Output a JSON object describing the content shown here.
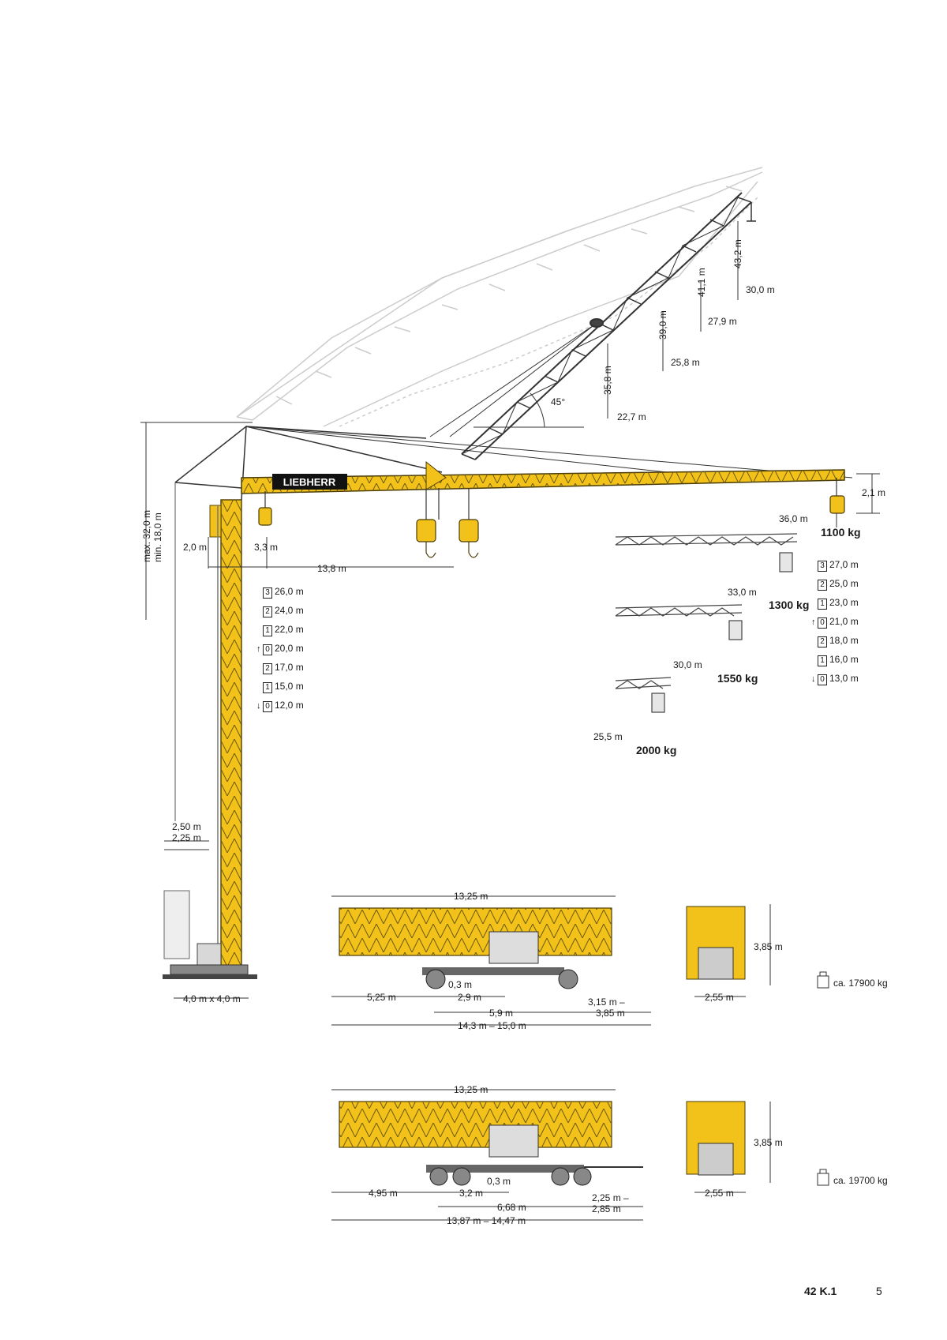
{
  "colors": {
    "crane": "#f2c21b",
    "lattice": "#3a3a3a",
    "ghost": "#c9c9c9",
    "dim": "#333333"
  },
  "brand": "LIEBHERR",
  "dimensions": {
    "height": "max. 32,0 m\nmin. 18,0 m",
    "height_max": "max. 32,0 m",
    "height_min": "min. 18,0 m",
    "counter_jib": "2,0 m",
    "near_hook": "3,3 m",
    "mid_hook": "13,8 m",
    "tip_offset": "2,1 m",
    "base_250": "2,50 m",
    "base_225": "2,25 m",
    "base_size": "4,0 m x 4,0 m",
    "angle": "45°"
  },
  "luffing": {
    "heights": [
      "35,8 m",
      "39,0 m",
      "41,1 m",
      "43,2 m"
    ],
    "radii": [
      "22,7 m",
      "25,8 m",
      "27,9 m",
      "30,0 m"
    ]
  },
  "jib_configs": [
    {
      "radius": "36,0 m",
      "load": "1100 kg"
    },
    {
      "radius": "33,0 m",
      "load": "1300 kg"
    },
    {
      "radius": "30,0 m",
      "load": "1550 kg"
    },
    {
      "radius": "25,5 m",
      "load": "2000 kg"
    }
  ],
  "tower_heights": [
    {
      "section": "3",
      "height": "26,0 m",
      "arrow": ""
    },
    {
      "section": "2",
      "height": "24,0 m",
      "arrow": ""
    },
    {
      "section": "1",
      "height": "22,0 m",
      "arrow": ""
    },
    {
      "section": "0",
      "height": "20,0 m",
      "arrow": "↑"
    },
    {
      "section": "2",
      "height": "17,0 m",
      "arrow": ""
    },
    {
      "section": "1",
      "height": "15,0 m",
      "arrow": ""
    },
    {
      "section": "0",
      "height": "12,0 m",
      "arrow": "↓"
    }
  ],
  "hook_heights": [
    {
      "section": "3",
      "height": "27,0 m",
      "arrow": ""
    },
    {
      "section": "2",
      "height": "25,0 m",
      "arrow": ""
    },
    {
      "section": "1",
      "height": "23,0 m",
      "arrow": ""
    },
    {
      "section": "0",
      "height": "21,0 m",
      "arrow": "↑"
    },
    {
      "section": "2",
      "height": "18,0 m",
      "arrow": ""
    },
    {
      "section": "1",
      "height": "16,0 m",
      "arrow": ""
    },
    {
      "section": "0",
      "height": "13,0 m",
      "arrow": "↓"
    }
  ],
  "transport_1": {
    "length": "13,25 m",
    "rear": "5,25 m",
    "offset": "0,3 m",
    "axle": "2,9 m",
    "wheelbase": "5,9 m",
    "drawbar": "3,15 m –\n3,85 m",
    "total": "14,3 m – 15,0 m",
    "height": "3,85 m",
    "width": "2,55 m",
    "weight": "ca. 17900 kg"
  },
  "transport_2": {
    "length": "13,25 m",
    "rear": "4,95 m",
    "offset": "0,3 m",
    "axle": "3,2 m",
    "wheelbase": "6,68 m",
    "drawbar": "2,25 m –\n2,85 m",
    "total": "13,87 m – 14,47 m",
    "height": "3,85 m",
    "width": "2,55 m",
    "weight": "ca. 19700 kg"
  },
  "footer": {
    "model": "42 K.1",
    "page": "5"
  }
}
